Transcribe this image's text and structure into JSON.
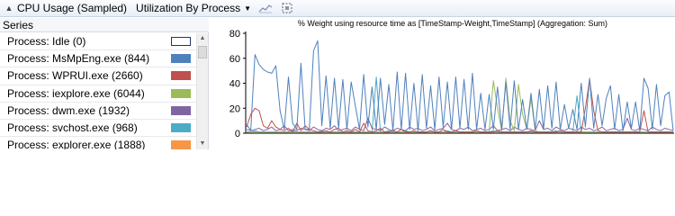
{
  "toolbar": {
    "title": "CPU Usage (Sampled)",
    "view_label": "Utilization By Process",
    "icons": [
      "collapse-chevron-icon",
      "dropdown-caret-icon",
      "line-graph-icon",
      "select-frame-icon"
    ]
  },
  "series_panel": {
    "header": "Series",
    "rows": [
      {
        "label": "Process: Idle (0)",
        "color": "#ffffff"
      },
      {
        "label": "Process: MsMpEng.exe (844)",
        "color": "#4f81bd"
      },
      {
        "label": "Process: WPRUI.exe (2660)",
        "color": "#c0504d"
      },
      {
        "label": "Process: iexplore.exe (6044)",
        "color": "#9bbb59"
      },
      {
        "label": "Process: dwm.exe (1932)",
        "color": "#8064a2"
      },
      {
        "label": "Process: svchost.exe (968)",
        "color": "#4bacc6"
      },
      {
        "label": "Process: explorer.exe (1888)",
        "color": "#f79646"
      }
    ]
  },
  "chart_data": {
    "type": "line",
    "title": "% Weight using resource time as [TimeStamp-Weight,TimeStamp] (Aggregation: Sum)",
    "xlabel": "",
    "ylabel": "",
    "ylim": [
      0,
      80
    ],
    "yticks": [
      "0",
      "20",
      "40",
      "60",
      "80"
    ],
    "grid": false,
    "series": [
      {
        "name": "Process: MsMpEng.exe (844)",
        "color": "#4f81bd",
        "values": [
          7,
          2,
          63,
          55,
          51,
          49,
          48,
          54,
          18,
          3,
          45,
          8,
          3,
          56,
          3,
          3,
          66,
          74,
          6,
          46,
          4,
          44,
          4,
          43,
          3,
          41,
          22,
          3,
          47,
          5,
          37,
          3,
          44,
          7,
          39,
          2,
          49,
          3,
          48,
          3,
          40,
          2,
          47,
          4,
          38,
          3,
          45,
          5,
          41,
          3,
          45,
          4,
          43,
          3,
          48,
          3,
          32,
          3,
          31,
          3,
          37,
          3,
          41,
          3,
          42,
          3,
          27,
          3,
          32,
          3,
          35,
          3,
          38,
          4,
          41,
          3,
          23,
          4,
          19,
          3,
          40,
          5,
          44,
          4,
          31,
          6,
          28,
          38,
          3,
          31,
          2,
          25,
          4,
          25,
          2,
          44,
          36,
          3,
          39,
          6,
          30,
          33,
          2
        ]
      },
      {
        "name": "Process: WPRUI.exe (2660)",
        "color": "#c0504d",
        "values": [
          5,
          15,
          20,
          18,
          6,
          4,
          10,
          5,
          3,
          2,
          4,
          1,
          8,
          2,
          6,
          3,
          2,
          1,
          1,
          2,
          1,
          3,
          4,
          1,
          2,
          1,
          3,
          1,
          8,
          2,
          1,
          2,
          4,
          1,
          1,
          2,
          1,
          3,
          1,
          1,
          2,
          1,
          1,
          1,
          2,
          1,
          1,
          3,
          1,
          1,
          2,
          1,
          1,
          1,
          1,
          2,
          1,
          1,
          1,
          1,
          2,
          1,
          1,
          1,
          1,
          1,
          1,
          1,
          2,
          1,
          1,
          1,
          1,
          1,
          1,
          2,
          1,
          1,
          1,
          1,
          1,
          20,
          43,
          18,
          2,
          1,
          1,
          1,
          1,
          1,
          1,
          1,
          1,
          1,
          1,
          18,
          1,
          1,
          1,
          1,
          1,
          1,
          1
        ]
      },
      {
        "name": "Process: iexplore.exe (6044)",
        "color": "#9bbb59",
        "values": [
          1,
          1,
          1,
          1,
          1,
          1,
          1,
          1,
          1,
          1,
          1,
          1,
          1,
          1,
          1,
          1,
          1,
          1,
          1,
          1,
          1,
          1,
          1,
          1,
          1,
          1,
          1,
          1,
          1,
          1,
          1,
          1,
          1,
          1,
          1,
          1,
          1,
          1,
          1,
          1,
          1,
          1,
          1,
          1,
          1,
          1,
          1,
          1,
          1,
          1,
          1,
          1,
          1,
          1,
          1,
          1,
          1,
          1,
          1,
          42,
          20,
          2,
          44,
          10,
          2,
          39,
          15,
          3,
          28,
          2,
          1,
          1,
          1,
          1,
          1,
          1,
          1,
          1,
          1,
          1,
          1,
          1,
          1,
          1,
          1,
          1,
          1,
          1,
          1,
          1,
          1,
          1,
          1,
          1,
          1,
          1,
          1,
          1,
          1,
          1,
          1,
          1,
          1
        ]
      },
      {
        "name": "Process: dwm.exe (1932)",
        "color": "#8064a2",
        "values": [
          3,
          2,
          3,
          4,
          2,
          3,
          5,
          2,
          3,
          6,
          2,
          3,
          2,
          4,
          3,
          2,
          5,
          3,
          2,
          4,
          3,
          6,
          2,
          3,
          4,
          2,
          5,
          3,
          2,
          12,
          4,
          3,
          2,
          5,
          3,
          2,
          4,
          3,
          2,
          5,
          3,
          4,
          2,
          3,
          5,
          2,
          3,
          4,
          8,
          3,
          2,
          4,
          3,
          5,
          2,
          3,
          4,
          2,
          3,
          6,
          2,
          3,
          4,
          2,
          5,
          3,
          2,
          4,
          3,
          2,
          10,
          3,
          4,
          2,
          5,
          3,
          2,
          4,
          3,
          2,
          5,
          3,
          4,
          2,
          3,
          5,
          2,
          3,
          4,
          2,
          3,
          12,
          3,
          2,
          4,
          3,
          2,
          5,
          3,
          2,
          4,
          3,
          2
        ]
      },
      {
        "name": "Process: svchost.exe (968)",
        "color": "#4bacc6",
        "values": [
          1,
          1,
          2,
          1,
          1,
          1,
          1,
          1,
          1,
          1,
          1,
          2,
          1,
          1,
          1,
          1,
          1,
          1,
          2,
          1,
          1,
          1,
          1,
          1,
          1,
          1,
          1,
          1,
          1,
          1,
          1,
          45,
          1,
          1,
          2,
          1,
          1,
          1,
          2,
          1,
          1,
          1,
          1,
          1,
          2,
          1,
          1,
          1,
          2,
          1,
          1,
          1,
          1,
          1,
          1,
          1,
          1,
          1,
          1,
          2,
          1,
          1,
          1,
          1,
          1,
          1,
          1,
          1,
          1,
          1,
          1,
          1,
          1,
          1,
          2,
          1,
          1,
          1,
          1,
          30,
          1,
          1,
          1,
          1,
          1,
          1,
          1,
          1,
          1,
          1,
          1,
          1,
          1,
          1,
          1,
          1,
          1,
          1,
          1,
          1,
          1,
          1,
          1
        ]
      },
      {
        "name": "Process: explorer.exe (1888)",
        "color": "#f79646",
        "values": [
          1,
          1,
          1,
          1,
          1,
          1,
          1,
          1,
          1,
          1,
          1,
          1,
          1,
          1,
          1,
          1,
          1,
          1,
          1,
          1,
          1,
          1,
          1,
          1,
          1,
          1,
          1,
          1,
          1,
          1,
          1,
          1,
          1,
          1,
          1,
          1,
          1,
          1,
          1,
          1,
          1,
          1,
          1,
          1,
          1,
          1,
          1,
          1,
          1,
          1,
          1,
          1,
          1,
          1,
          1,
          1,
          1,
          1,
          1,
          1,
          1,
          1,
          1,
          1,
          1,
          1,
          1,
          1,
          1,
          1,
          1,
          1,
          1,
          1,
          1,
          1,
          1,
          1,
          1,
          1,
          1,
          1,
          1,
          1,
          1,
          1,
          1,
          1,
          1,
          1,
          1,
          1,
          1,
          1,
          1,
          1,
          1,
          1,
          1,
          1,
          1,
          1,
          1
        ]
      }
    ]
  }
}
